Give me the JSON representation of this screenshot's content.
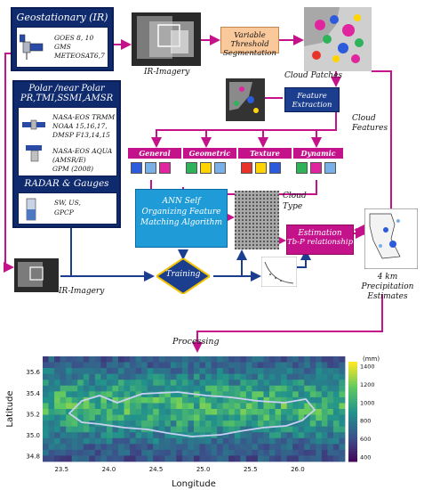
{
  "sources": {
    "geo": {
      "title": "Geostationary (IR)",
      "items": [
        "GOES 8, 10",
        "GMS",
        "METEOSAT6,7"
      ]
    },
    "polar": {
      "title_line1": "Polar /near Polar",
      "title_line2": "PR,TMI,SSMI,AMSR",
      "items1": [
        "NASA-EOS TRMM",
        "NOAA 15,16,17,",
        "DMSP F13,14,15"
      ],
      "items2": [
        "NASA-EOS AQUA",
        "(AMSR/E)",
        "GPM (2008)"
      ]
    },
    "radar": {
      "title": "RADAR & Gauges",
      "items": [
        "SW, US,",
        "GPCP"
      ]
    }
  },
  "flow": {
    "ir_imagery_top": "IR-Imagery",
    "segmentation": "Variable Threshold Segmentation",
    "cloud_patches": "Cloud Patches",
    "feature_extraction": "Feature Extraction",
    "cloud_features": "Cloud Features",
    "feature_groups": [
      "General",
      "Geometric",
      "Texture",
      "Dynamic"
    ],
    "ann": "ANN Self Organizing Feature Matching Algorithm",
    "cloud_type": "Cloud Type",
    "estimation_line1": "Estimation",
    "estimation_line2": "Tb-P relationship",
    "precip_estimates": "4 km Precipitation Estimates",
    "training": "Training",
    "ir_imagery_bottom": "IR-Imagery",
    "processing": "Processing"
  },
  "colors": {
    "navy": "#102a6e",
    "magenta": "#c4128a",
    "orange_box": "#f9c89b",
    "cyan_box": "#1f9cd8",
    "blue_flow": "#1c3e8e"
  },
  "chart_data": {
    "type": "heatmap",
    "xlabel": "Longitude",
    "ylabel": "Latitude",
    "colorbar_label": "(mm)",
    "xticks": [
      "23.5",
      "24.0",
      "24.5",
      "25.0",
      "25.5",
      "26.0"
    ],
    "yticks": [
      "35.6",
      "35.4",
      "35.2",
      "35.0",
      "34.8"
    ],
    "colorbar_ticks": [
      "1400",
      "1200",
      "1000",
      "800",
      "600",
      "400"
    ],
    "xlim": [
      23.3,
      26.5
    ],
    "ylim": [
      34.75,
      35.75
    ],
    "clim": [
      350,
      1450
    ],
    "colormap": "viridis",
    "grid": false
  }
}
